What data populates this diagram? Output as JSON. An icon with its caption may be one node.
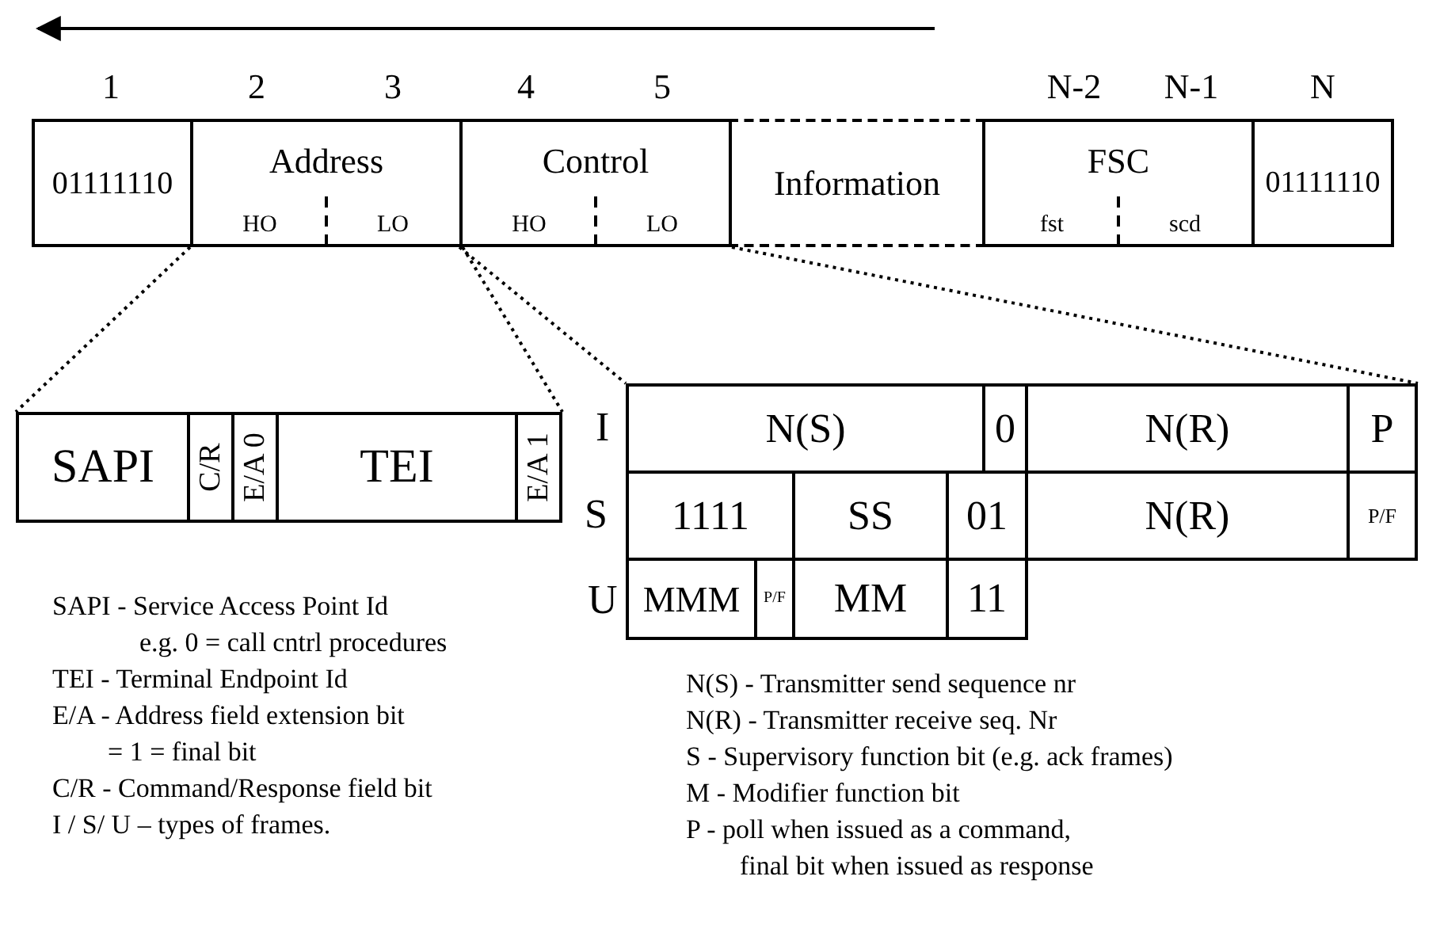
{
  "diagram": {
    "nodes": [
      {
        "text": [
          "01111110"
        ]
      },
      {
        "text": [
          "Address",
          "HO",
          "LO"
        ]
      },
      {
        "text": [
          "Control",
          "HO",
          "LO"
        ]
      },
      {
        "text": [
          "Information"
        ]
      },
      {
        "text": [
          "FSC",
          "fst",
          "scd"
        ]
      },
      {
        "text": [
          "01111110"
        ]
      },
      {
        "text": [
          "SAPI"
        ]
      },
      {
        "text": [
          "C/R"
        ]
      },
      {
        "text": [
          "E/A 0"
        ]
      },
      {
        "text": [
          "TEI"
        ]
      },
      {
        "text": [
          "E/A 1"
        ]
      },
      {
        "text": [
          "N(S)"
        ]
      },
      {
        "text": [
          "0"
        ]
      },
      {
        "text": [
          "N(R)"
        ]
      },
      {
        "text": [
          "P"
        ]
      },
      {
        "text": [
          "1111"
        ]
      },
      {
        "text": [
          "SS"
        ]
      },
      {
        "text": [
          "01"
        ]
      },
      {
        "text": [
          "N(R)"
        ]
      },
      {
        "text": [
          "P/F"
        ]
      },
      {
        "text": [
          "MMM"
        ]
      },
      {
        "text": [
          "P/F"
        ]
      },
      {
        "text": [
          "MM"
        ]
      },
      {
        "text": [
          "11"
        ]
      }
    ],
    "edges": [
      {
        "from": 1,
        "to": 6,
        "arrow": "none",
        "style": "dashed"
      },
      {
        "from": 1,
        "to": 10,
        "arrow": "none",
        "style": "dashed"
      },
      {
        "from": 2,
        "to": 11,
        "arrow": "none",
        "style": "dashed"
      },
      {
        "from": 2,
        "to": 14,
        "arrow": "none",
        "style": "dashed"
      }
    ],
    "labels": [
      "1",
      "2",
      "3",
      "4",
      "5",
      "N-2",
      "N-1",
      "N",
      "I",
      "S",
      "SAPI - Service Access Point Id",
      "U",
      "e.g. 0 = call cntrl procedures",
      "TEI - Terminal Endpoint Id",
      "E/A - Address field extension bit",
      "= 1 = final bit",
      "C/R - Command/Response field bit",
      "I / S/ U – types of frames.",
      "N(S) - Transmitter send sequence nr",
      "N(R) - Transmitter receive seq. Nr",
      "S - Supervisory function bit (e.g. ack frames)",
      "M - Modifier function bit",
      "P - poll when issued as a command,",
      "final bit when issued as response"
    ]
  }
}
